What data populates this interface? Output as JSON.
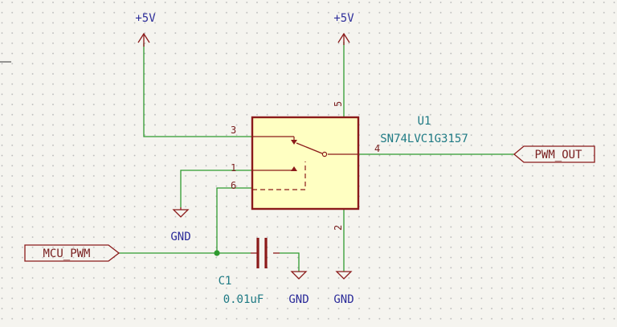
{
  "power": {
    "left_supply": "+5V",
    "right_supply": "+5V",
    "gnd_left": "GND",
    "gnd_cap": "GND",
    "gnd_ic": "GND"
  },
  "u1": {
    "reference": "U1",
    "value": "SN74LVC1G3157",
    "pins": {
      "p1": "1",
      "p2": "2",
      "p3": "3",
      "p4": "4",
      "p5": "5",
      "p6": "6"
    }
  },
  "c1": {
    "reference": "C1",
    "value": "0.01uF"
  },
  "nets": {
    "input": "MCU_PWM",
    "output": "PWM_OUT"
  },
  "colors": {
    "background": "#f5f4ef",
    "grid_dot": "#b8b8b8",
    "wire": "#2f9a2f",
    "body_outline": "#8b1a1a",
    "body_fill": "#ffffc2",
    "power_text": "#2c2c9a",
    "ref_text": "#1e7a84",
    "pin_text": "#7a2020"
  }
}
